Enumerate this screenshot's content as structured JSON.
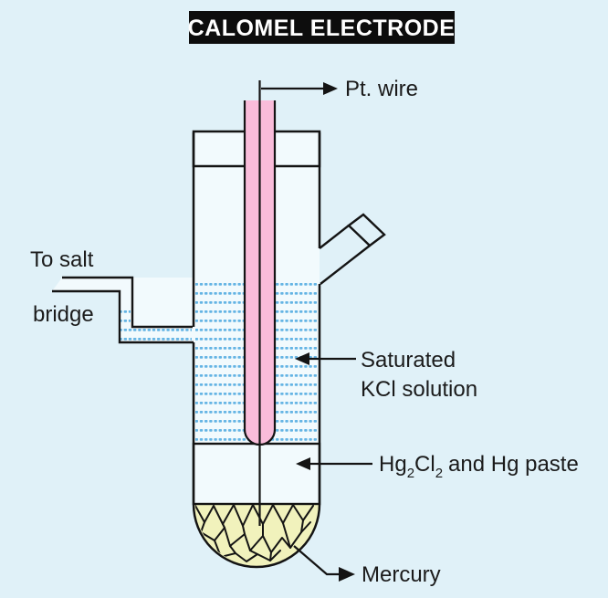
{
  "title": "CALOMEL ELECTRODE",
  "labels": {
    "pt_wire": "Pt. wire",
    "to_salt": "To salt",
    "bridge": "bridge",
    "saturated": "Saturated",
    "kcl_solution": "KCl solution",
    "paste_hg": "Hg",
    "paste_sub_a": "2",
    "paste_cl": "Cl",
    "paste_sub_b": "2",
    "paste_rest": "and Hg paste",
    "mercury": "Mercury"
  },
  "colors": {
    "background": "#e0f1f8",
    "vessel_interior": "#f2fafd",
    "stopper_green": "#65d55f",
    "tube_pink": "#f9bcda",
    "kcl_dash_blue": "#64b4e4",
    "paste_blue": "#4ab3ed",
    "mercury_yellow": "#f1f2bc",
    "line_black": "#141414",
    "title_bg": "#0d0d0d",
    "title_text": "#ffffff"
  }
}
